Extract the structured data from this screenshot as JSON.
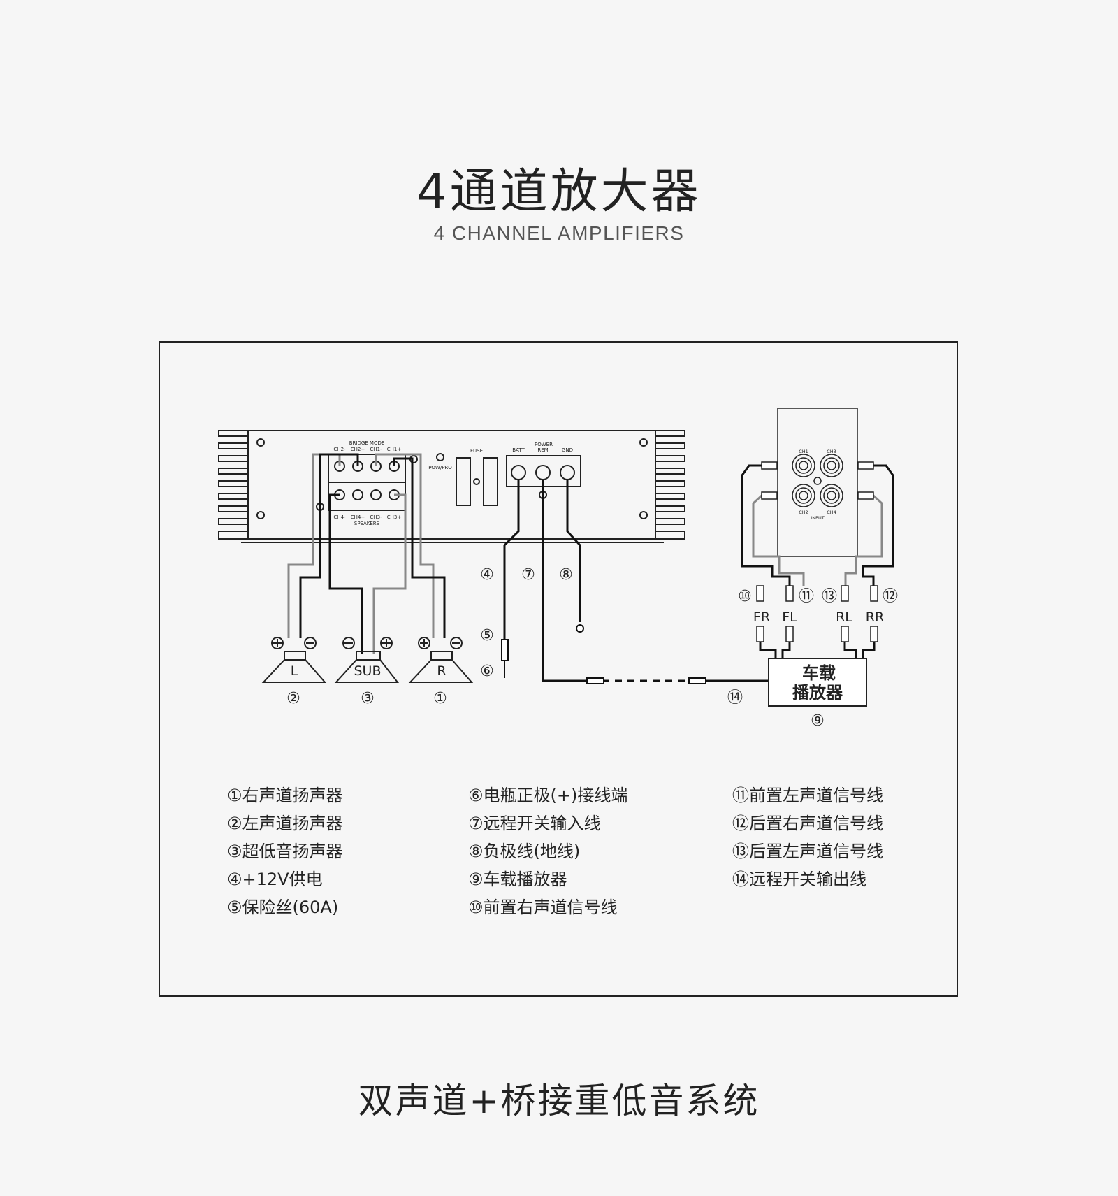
{
  "header": {
    "title": "4通道放大器",
    "subtitle": "4 CHANNEL AMPLIFIERS"
  },
  "amplifier": {
    "bridge_mode": "BRIDGE MODE",
    "top_terminals": [
      "CH2-",
      "CH2+",
      "CH1-",
      "CH1+"
    ],
    "bottom_terminals": [
      "CH4-",
      "CH4+",
      "CH3-",
      "CH3+"
    ],
    "speakers_label": "SPEAKERS",
    "pow_pro": "POW/PRO",
    "fuse": "FUSE",
    "power": "POWER",
    "power_terminals": [
      "BATT",
      "REM",
      "GND"
    ]
  },
  "speakers": {
    "left": "L",
    "sub": "SUB",
    "right": "R"
  },
  "head_unit_panel": {
    "channels": [
      "CH1",
      "CH3",
      "CH2",
      "CH4"
    ],
    "input": "INPUT"
  },
  "connectors": [
    "FR",
    "FL",
    "RL",
    "RR"
  ],
  "head_unit": {
    "line1": "车载",
    "line2": "播放器"
  },
  "markers": {
    "m1": "①",
    "m2": "②",
    "m3": "③",
    "m4": "④",
    "m5": "⑤",
    "m6": "⑥",
    "m7": "⑦",
    "m8": "⑧",
    "m9": "⑨",
    "m10": "⑩",
    "m11": "⑪",
    "m12": "⑫",
    "m13": "⑬",
    "m14": "⑭"
  },
  "legend": {
    "col1": [
      "①右声道扬声器",
      "②左声道扬声器",
      "③超低音扬声器",
      "④+12V供电",
      "⑤保险丝(60A)"
    ],
    "col2": [
      "⑥电瓶正极(+)接线端",
      "⑦远程开关输入线",
      "⑧负极线(地线)",
      "⑨车载播放器",
      "⑩前置右声道信号线"
    ],
    "col3": [
      "⑪前置左声道信号线",
      "⑫后置右声道信号线",
      "⑬后置左声道信号线",
      "⑭远程开关输出线"
    ]
  },
  "footer": {
    "caption": "双声道+桥接重低音系统"
  }
}
